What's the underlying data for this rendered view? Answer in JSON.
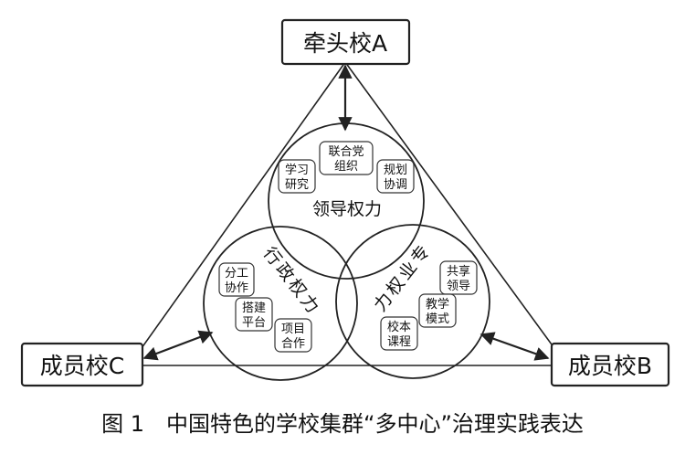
{
  "nodes": {
    "top": "牵头校A",
    "left": "成员校C",
    "right": "成员校B"
  },
  "circles": {
    "top": {
      "title": "领导权力",
      "tags": [
        [
          "学习",
          "研究"
        ],
        [
          "联合党",
          "组织"
        ],
        [
          "规划",
          "协调"
        ]
      ]
    },
    "left": {
      "title": [
        "行",
        "政",
        "权",
        "力"
      ],
      "tags": [
        [
          "分工",
          "协作"
        ],
        [
          "搭建",
          "平台"
        ],
        [
          "项目",
          "合作"
        ]
      ]
    },
    "right": {
      "title": [
        "专",
        "业",
        "权",
        "力"
      ],
      "tags": [
        [
          "共享",
          "领导"
        ],
        [
          "教学",
          "模式"
        ],
        [
          "校本",
          "课程"
        ]
      ]
    }
  },
  "caption": "图 1　中国特色的学校集群“多中心”治理实践表达"
}
